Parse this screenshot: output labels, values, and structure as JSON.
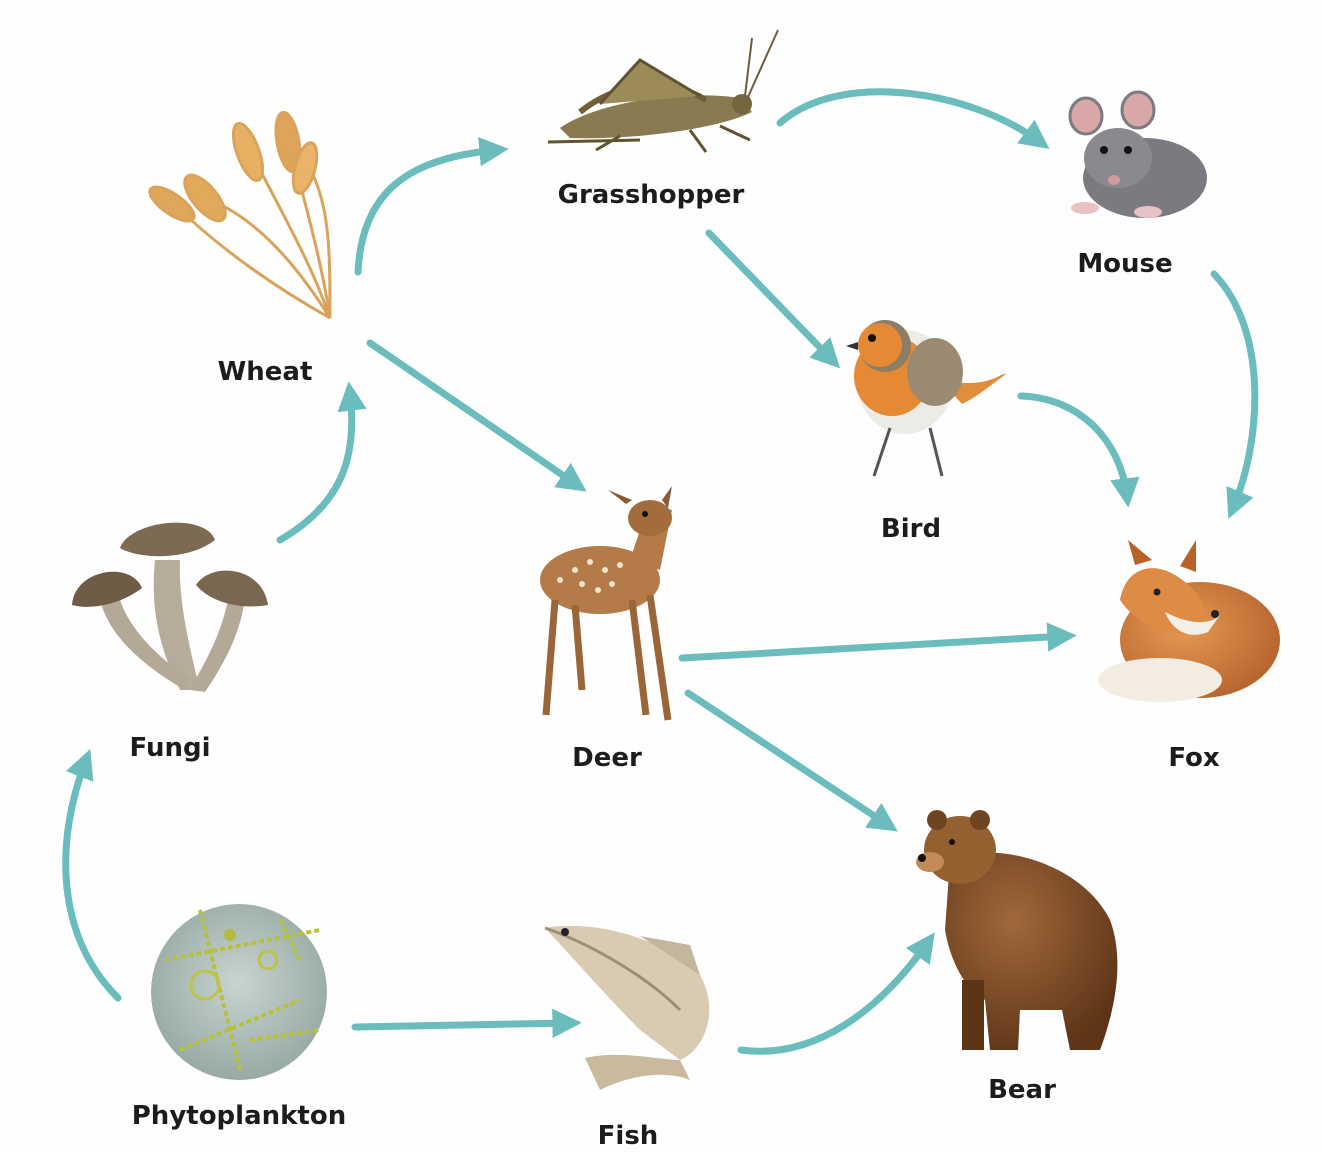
{
  "diagram": {
    "arrow_color": "#6bbcbc",
    "nodes": {
      "grasshopper": "Grasshopper",
      "mouse": "Mouse",
      "wheat": "Wheat",
      "bird": "Bird",
      "fox": "Fox",
      "fungi": "Fungi",
      "deer": "Deer",
      "bear": "Bear",
      "phytoplankton": "Phytoplankton",
      "fish": "Fish"
    },
    "edges": [
      {
        "from": "Wheat",
        "to": "Grasshopper"
      },
      {
        "from": "Grasshopper",
        "to": "Mouse"
      },
      {
        "from": "Grasshopper",
        "to": "Bird"
      },
      {
        "from": "Mouse",
        "to": "Fox"
      },
      {
        "from": "Bird",
        "to": "Fox"
      },
      {
        "from": "Wheat",
        "to": "Deer"
      },
      {
        "from": "Fungi",
        "to": "Wheat"
      },
      {
        "from": "Deer",
        "to": "Fox"
      },
      {
        "from": "Deer",
        "to": "Bear"
      },
      {
        "from": "Phytoplankton",
        "to": "Fungi"
      },
      {
        "from": "Phytoplankton",
        "to": "Fish"
      },
      {
        "from": "Fish",
        "to": "Bear"
      }
    ]
  }
}
